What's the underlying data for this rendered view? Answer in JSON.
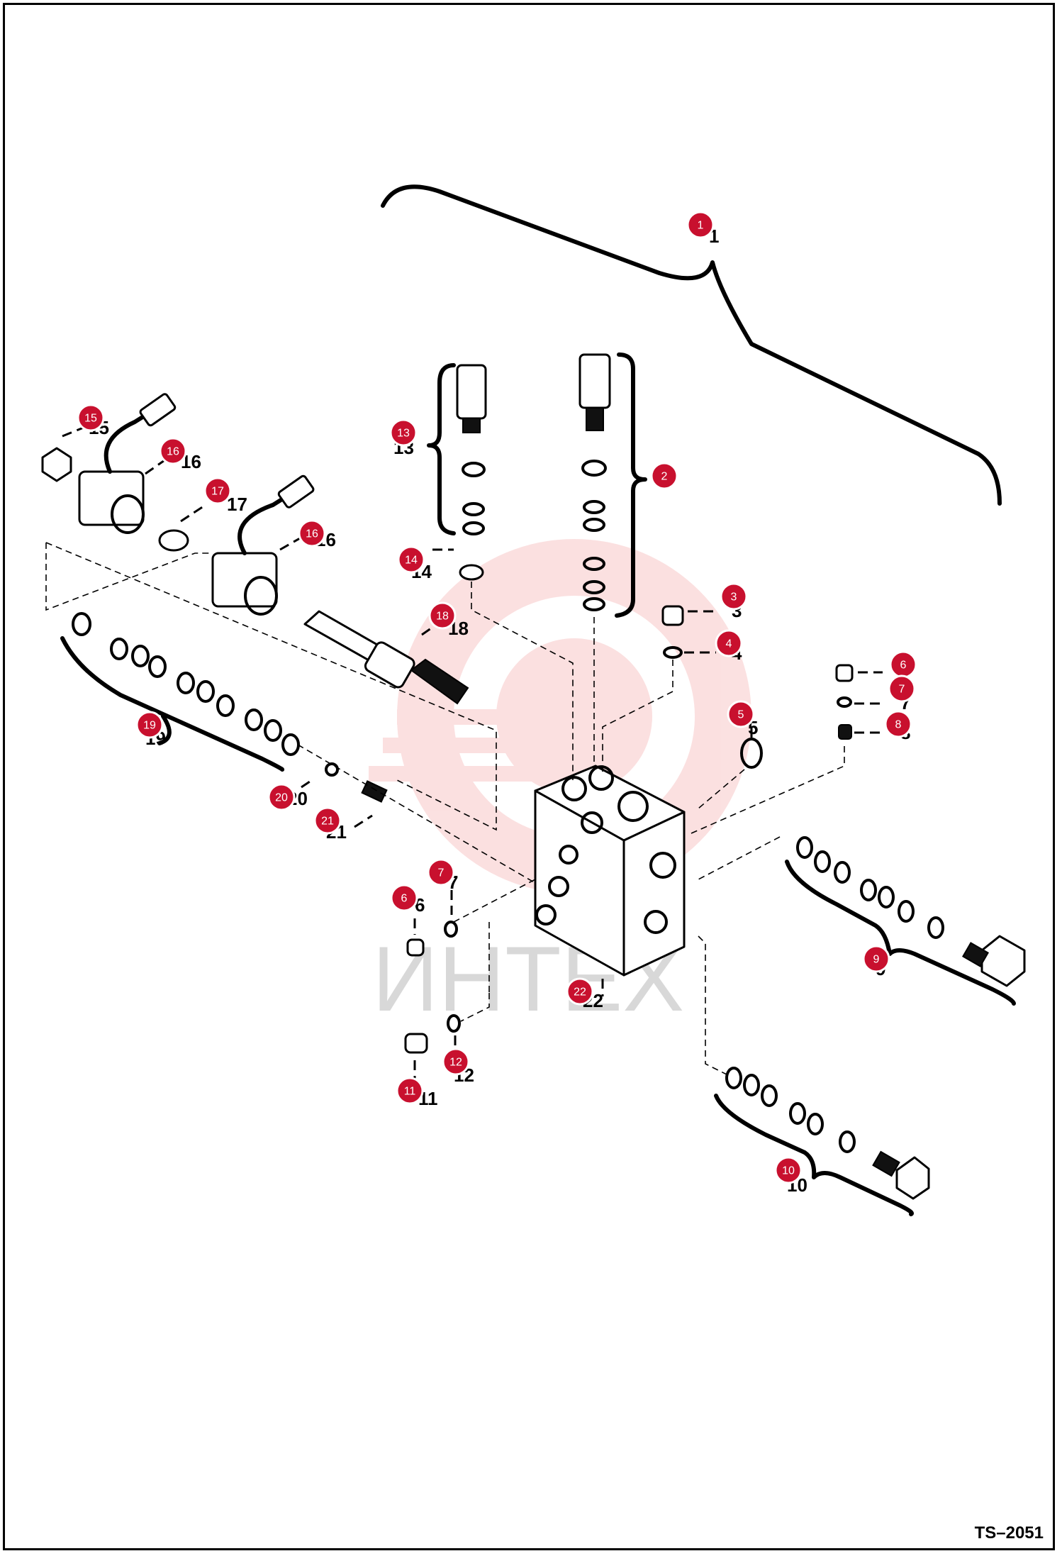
{
  "drawing_id": "TS–2051",
  "watermark_text": "ИНТЕХ",
  "colors": {
    "callout": "#c8102e",
    "line": "#000000",
    "watermark": "#f1b3b3"
  },
  "callouts": [
    {
      "num": "1"
    },
    {
      "num": "2"
    },
    {
      "num": "3"
    },
    {
      "num": "4"
    },
    {
      "num": "5"
    },
    {
      "num": "6"
    },
    {
      "num": "7"
    },
    {
      "num": "8"
    },
    {
      "num": "6"
    },
    {
      "num": "7"
    },
    {
      "num": "9"
    },
    {
      "num": "10"
    },
    {
      "num": "11"
    },
    {
      "num": "12"
    },
    {
      "num": "13"
    },
    {
      "num": "14"
    },
    {
      "num": "15"
    },
    {
      "num": "16"
    },
    {
      "num": "17"
    },
    {
      "num": "16"
    },
    {
      "num": "18"
    },
    {
      "num": "19"
    },
    {
      "num": "20"
    },
    {
      "num": "21"
    },
    {
      "num": "22"
    }
  ]
}
